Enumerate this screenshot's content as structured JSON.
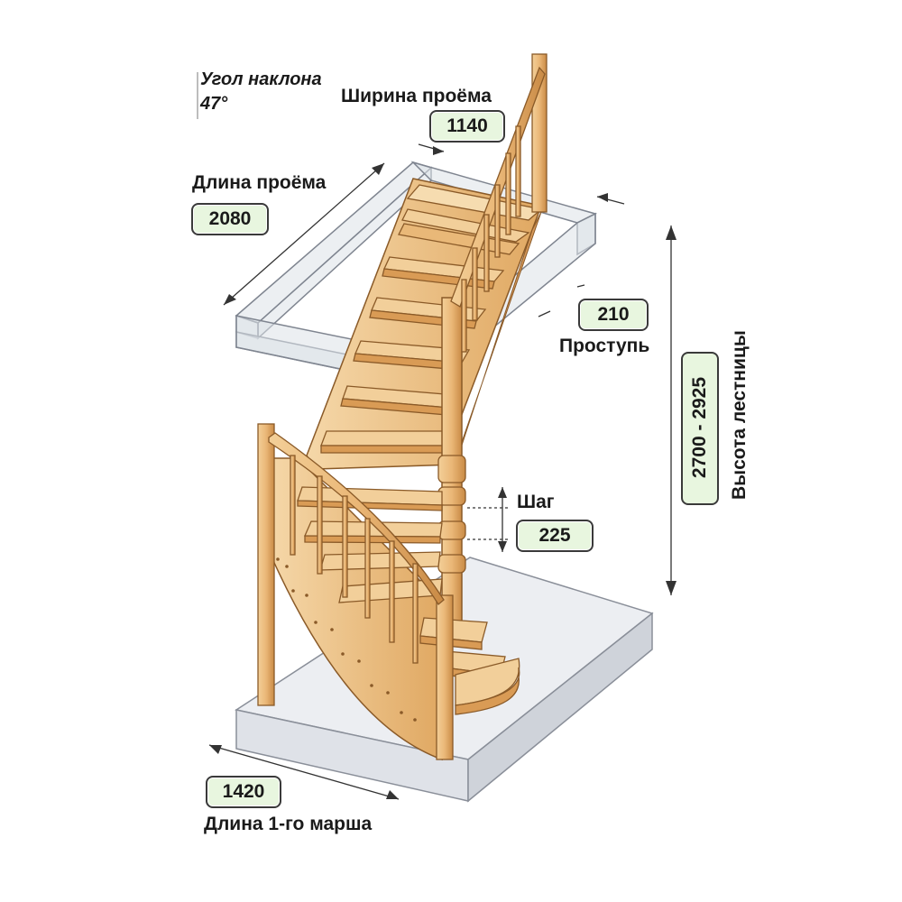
{
  "labels": {
    "angle_title": "Угол наклона",
    "angle_value": "47°",
    "opening_width_label": "Ширина проёма",
    "opening_width_value": "1140",
    "opening_length_label": "Длина проёма",
    "opening_length_value": "2080",
    "tread_value": "210",
    "tread_label": "Проступь",
    "height_value": "2700 - 2925",
    "height_label": "Высота лестницы",
    "step_label": "Шаг",
    "step_value": "225",
    "first_flight_value": "1420",
    "first_flight_label": "Длина 1-го марша"
  },
  "colors": {
    "wood_light": "#f2cf9a",
    "wood_mid": "#e3ad6a",
    "wood_dark": "#c98a45",
    "outline": "#8a5a28",
    "slab_face": "#e4e7ec",
    "slab_edge": "#8a8f99",
    "badge_fill": "#e8f6df",
    "badge_border": "#3a3a3a"
  }
}
